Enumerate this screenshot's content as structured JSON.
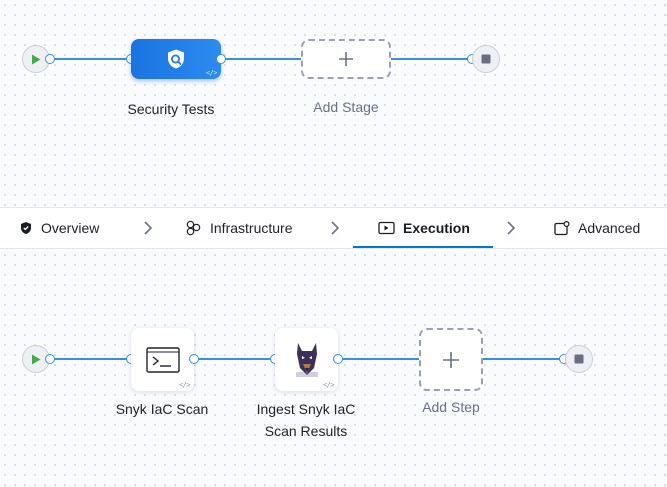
{
  "pipeline": {
    "stages": [
      {
        "label": "Security Tests",
        "icon": "shield-scan-icon"
      }
    ],
    "add_stage_label": "Add Stage"
  },
  "tabs": [
    {
      "label": "Overview",
      "icon": "shield-icon"
    },
    {
      "label": "Infrastructure",
      "icon": "infrastructure-icon"
    },
    {
      "label": "Execution",
      "icon": "execution-icon",
      "active": true
    },
    {
      "label": "Advanced",
      "icon": "advanced-settings-icon"
    }
  ],
  "execution": {
    "steps": [
      {
        "label": "Snyk IaC Scan",
        "icon": "terminal-icon"
      },
      {
        "label_lines": [
          "Ingest Snyk IaC",
          "Scan Results"
        ],
        "icon": "snyk-doberman-icon"
      }
    ],
    "add_step_label": "Add Step"
  },
  "colors": {
    "accent": "#0278d5",
    "connector": "#3b8ee0",
    "start_play": "#42ab45",
    "end_stop": "#6b6d85"
  }
}
